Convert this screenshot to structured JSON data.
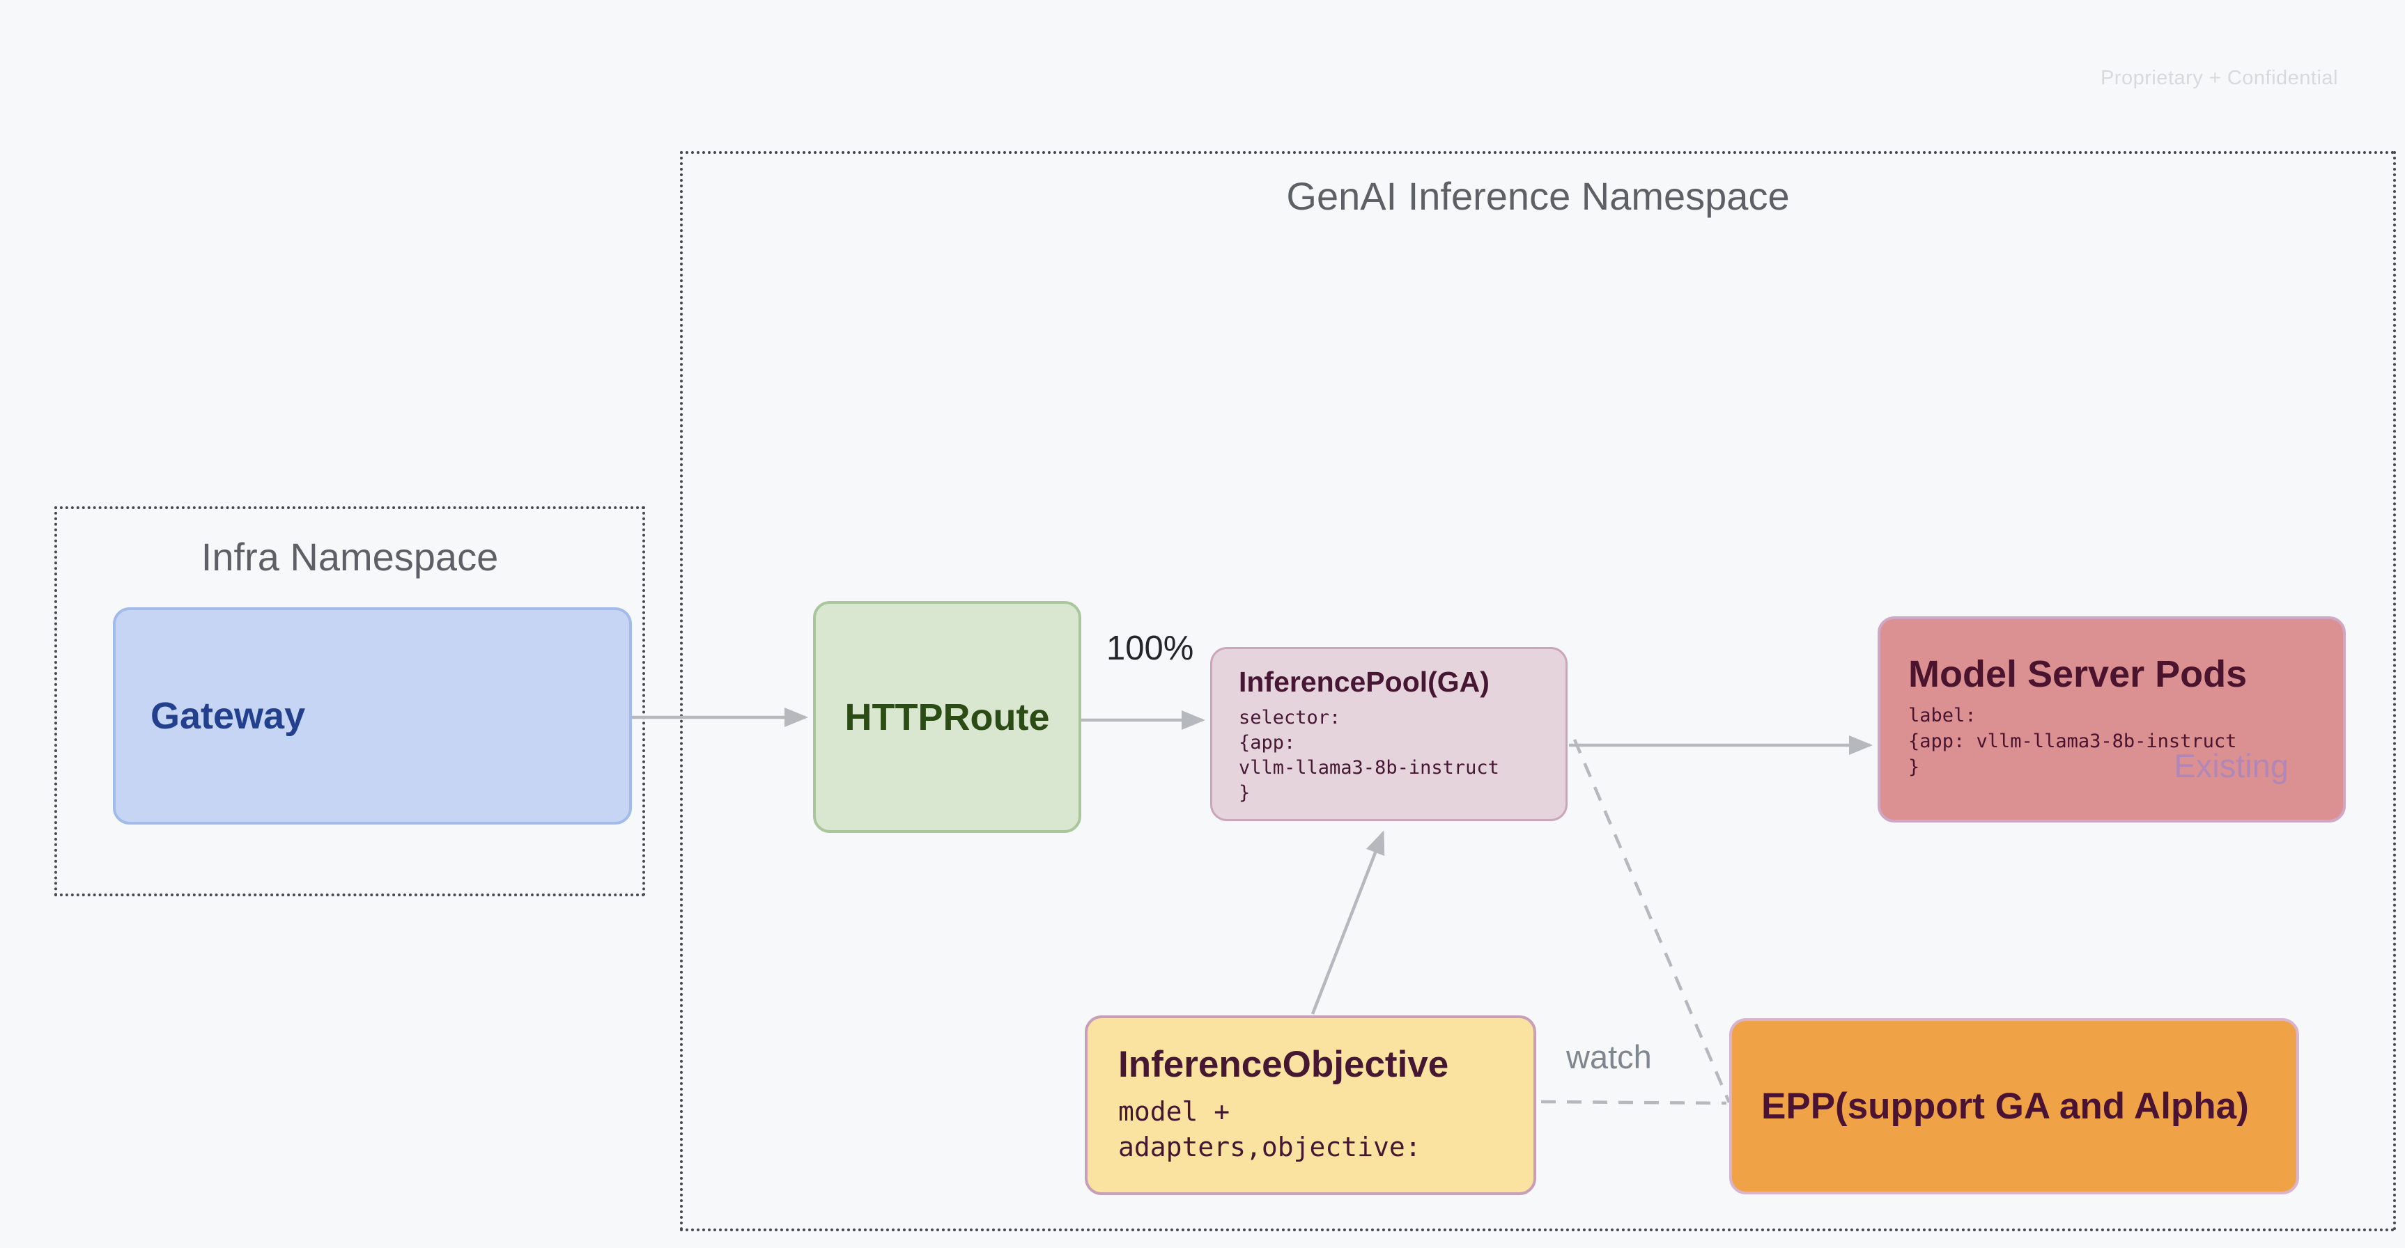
{
  "page": {
    "watermark": "Proprietary + Confidential",
    "background": "#f7f8fa"
  },
  "diagram": {
    "genai_namespace": {
      "title": "GenAI Inference Namespace"
    },
    "infra_namespace": {
      "title": "Infra Namespace"
    },
    "nodes": {
      "gateway": {
        "title": "Gateway",
        "fill": "#c6d5f3",
        "border": "#a3bbea",
        "text_color": "#23408f"
      },
      "httproute": {
        "title": "HTTPRoute",
        "fill": "#d9e7d1",
        "border": "#a9c79b",
        "text_color": "#2c4c16"
      },
      "inference_pool": {
        "title": "InferencePool(GA)",
        "body_lines": [
          "selector:",
          "{app:",
          "vllm-llama3-8b-instruct",
          "}"
        ],
        "fill": "#e6d4dc",
        "border": "#c9a7b8",
        "text_color": "#451732"
      },
      "model_server_pods": {
        "title": "Model Server Pods",
        "body_lines": [
          "label:",
          "{app: vllm-llama3-8b-instruct",
          "}"
        ],
        "badge": "Existing",
        "fill": "#db9091",
        "border": "#cfa7c5",
        "text_color": "#4a142e",
        "badge_color": "#b287b8"
      },
      "inference_objective": {
        "title": "InferenceObjective",
        "body_lines": [
          "model +",
          "adapters,objective:"
        ],
        "fill": "#fae3a1",
        "border": "#c79fb8",
        "text_color": "#451732"
      },
      "epp": {
        "title": "EPP(support GA and Alpha)",
        "fill": "#f0a246",
        "border": "#d8b4ce",
        "text_color": "#4a1333"
      }
    },
    "edge_labels": {
      "route_split": "100%",
      "watch": "watch"
    },
    "colors": {
      "namespace_border": "#46494e",
      "namespace_title": "#5d6166",
      "connector": "#b5b8bc",
      "watermark": "#d7d9dc",
      "watch_label": "#7f868d",
      "percent_label": "#232528"
    }
  }
}
